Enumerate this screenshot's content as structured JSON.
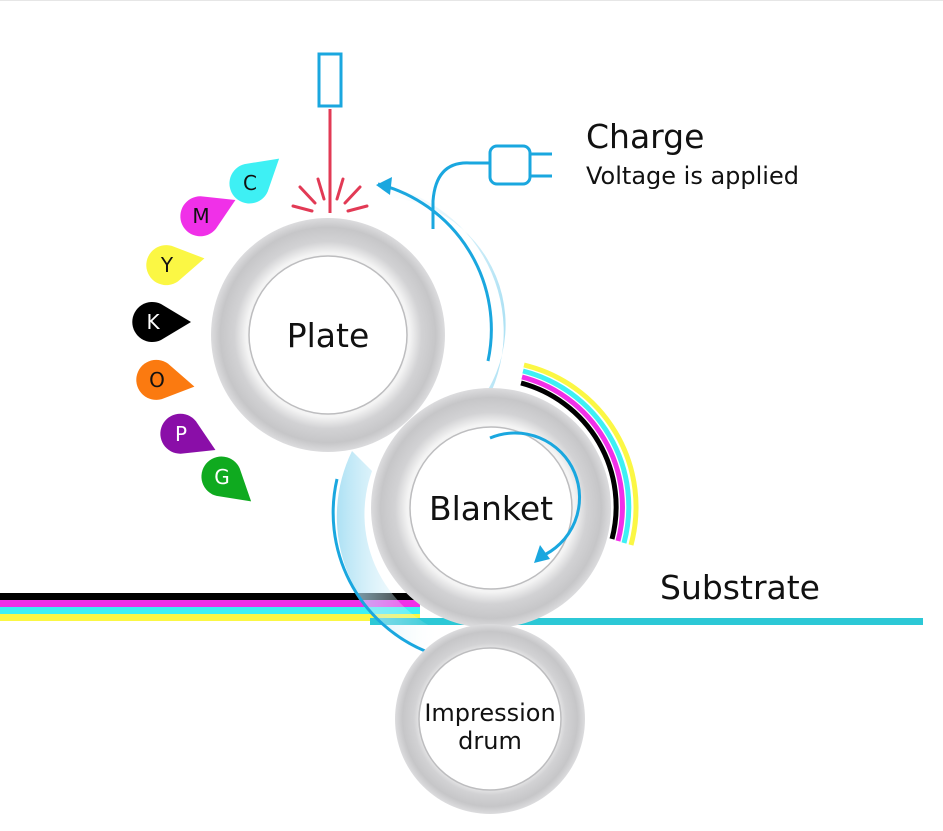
{
  "charge": {
    "title": "Charge",
    "subtitle": "Voltage is applied"
  },
  "cylinders": {
    "plate": "Plate",
    "blanket": "Blanket",
    "impression_line1": "Impression",
    "impression_line2": "drum"
  },
  "substrate_label": "Substrate",
  "inks": [
    {
      "letter": "C",
      "color": "#3ef0f4",
      "text_color": "#111111"
    },
    {
      "letter": "M",
      "color": "#f030e8",
      "text_color": "#111111"
    },
    {
      "letter": "Y",
      "color": "#fbf744",
      "text_color": "#111111"
    },
    {
      "letter": "K",
      "color": "#000000",
      "text_color": "#ffffff"
    },
    {
      "letter": "O",
      "color": "#fb7a10",
      "text_color": "#111111"
    },
    {
      "letter": "P",
      "color": "#8a0ea8",
      "text_color": "#ffffff"
    },
    {
      "letter": "G",
      "color": "#0faa1f",
      "text_color": "#ffffff"
    }
  ],
  "colors": {
    "accent_blue": "#1aa7df",
    "laser_red": "#e23a55",
    "substrate_line": "#2cc8d6",
    "cyan": "#3ef0f4",
    "magenta": "#f030e8",
    "yellow": "#fbf744",
    "black": "#000000"
  }
}
